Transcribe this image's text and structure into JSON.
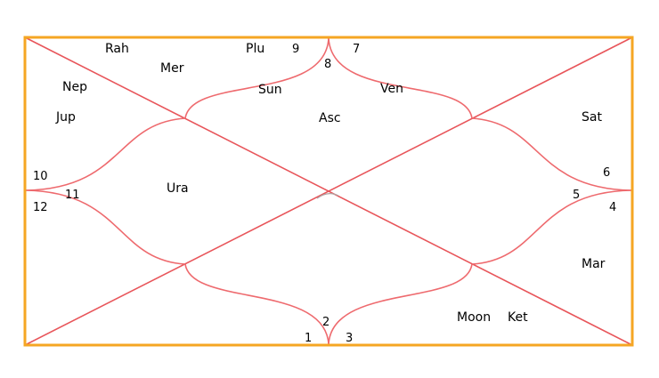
{
  "colors": {
    "frame": "#f5a623",
    "lines": "#e8555a",
    "text": "#000000"
  },
  "houses": {
    "h1": "1",
    "h2": "2",
    "h3": "3",
    "h4": "4",
    "h5": "5",
    "h6": "6",
    "h7": "7",
    "h8": "8",
    "h9": "9",
    "h10": "10",
    "h11": "11",
    "h12": "12"
  },
  "planets": {
    "rah": "Rah",
    "mer": "Mer",
    "plu": "Plu",
    "nep": "Nep",
    "jup": "Jup",
    "sun": "Sun",
    "asc": "Asc",
    "ven": "Ven",
    "sat": "Sat",
    "ura": "Ura",
    "mar": "Mar",
    "moon": "Moon",
    "ket": "Ket"
  }
}
